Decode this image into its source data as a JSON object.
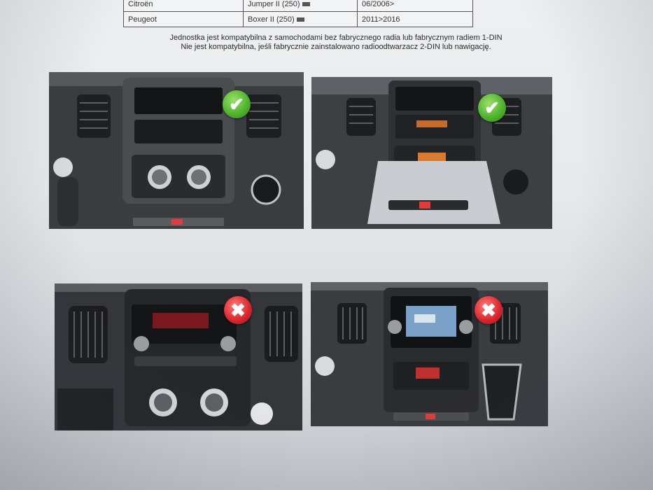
{
  "table": {
    "rows": [
      {
        "make": "Citroën",
        "model": "Jumper II (250)",
        "years": "06/2006>"
      },
      {
        "make": "Peugeot",
        "model": "Boxer II (250)",
        "years": "2011>2016"
      }
    ]
  },
  "note": {
    "line1": "Jednostka jest kompatybilna z samochodami bez fabrycznego radia lub fabrycznym radiem 1-DIN",
    "line2": "Nie jest kompatybilna, jeśli fabrycznie zainstalowano radioodtwarzacz 2-DIN lub nawigację."
  },
  "photos": [
    {
      "status": "compatible",
      "icon": "check-icon",
      "glyph": "✔",
      "color": "#4bb02a"
    },
    {
      "status": "compatible",
      "icon": "check-icon",
      "glyph": "✔",
      "color": "#4bb02a"
    },
    {
      "status": "incompatible",
      "icon": "cross-icon",
      "glyph": "✖",
      "color": "#d8242c"
    },
    {
      "status": "incompatible",
      "icon": "cross-icon",
      "glyph": "✖",
      "color": "#d8242c"
    }
  ]
}
